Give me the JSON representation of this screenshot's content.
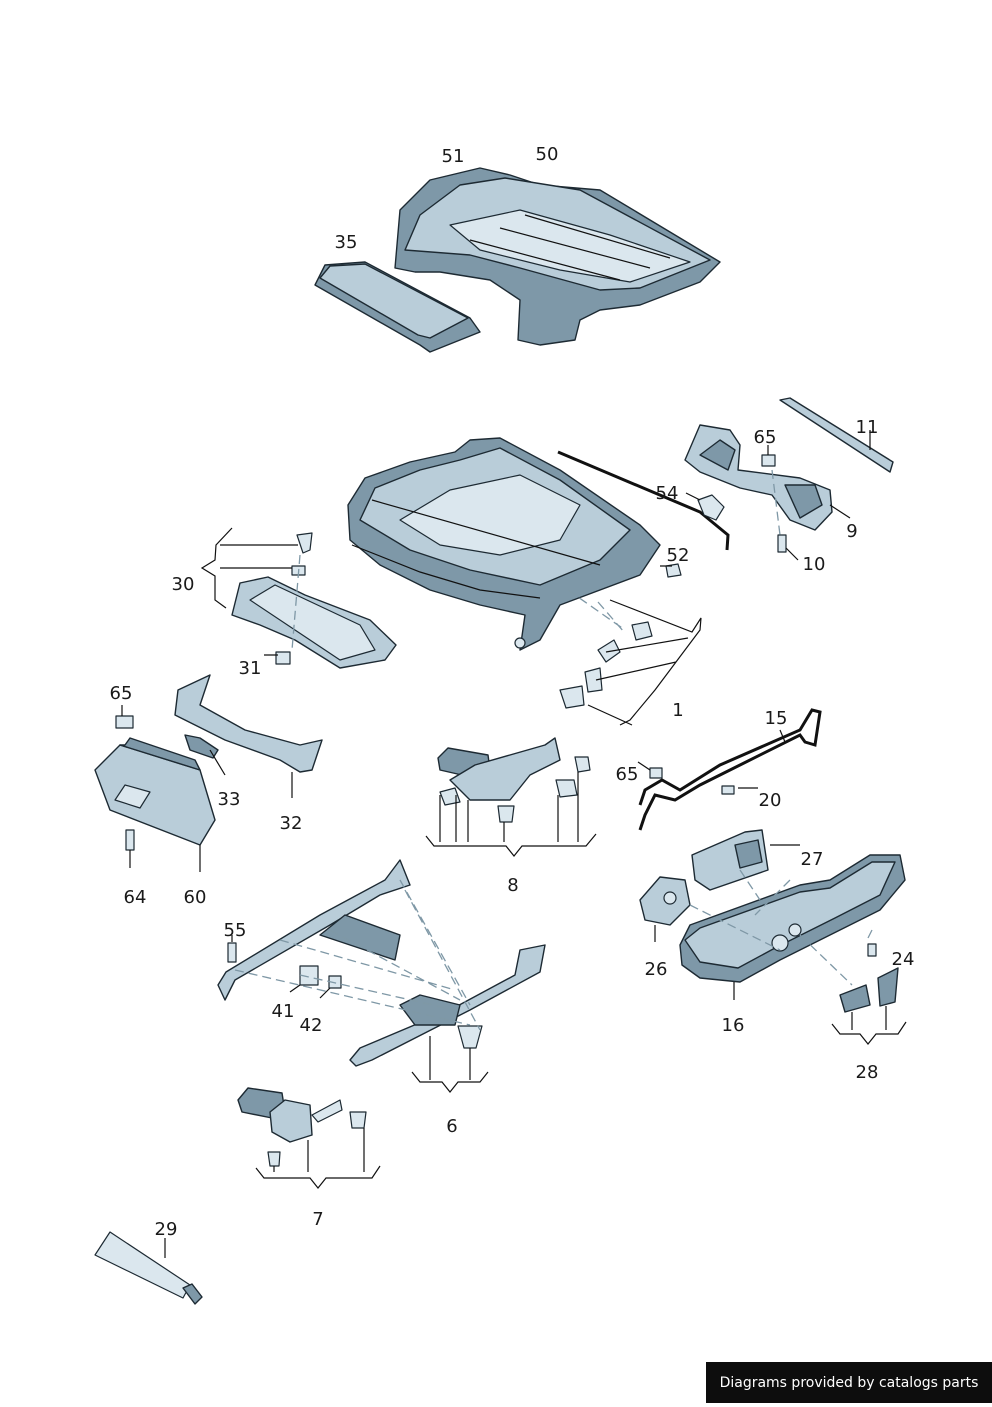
{
  "footer_text": "Diagrams provided by catalogs parts",
  "labels": {
    "p51": "51",
    "p50": "50",
    "p35": "35",
    "p11": "11",
    "p65a": "65",
    "p54": "54",
    "p9": "9",
    "p10": "10",
    "p52": "52",
    "p30": "30",
    "p31": "31",
    "p1": "1",
    "p65b": "65",
    "p32": "32",
    "p33": "33",
    "p64": "64",
    "p60": "60",
    "p15": "15",
    "p65c": "65",
    "p20": "20",
    "p8": "8",
    "p27": "27",
    "p26": "26",
    "p24": "24",
    "p16": "16",
    "p28": "28",
    "p55": "55",
    "p41": "41",
    "p42": "42",
    "p6": "6",
    "p7": "7",
    "p29": "29"
  }
}
